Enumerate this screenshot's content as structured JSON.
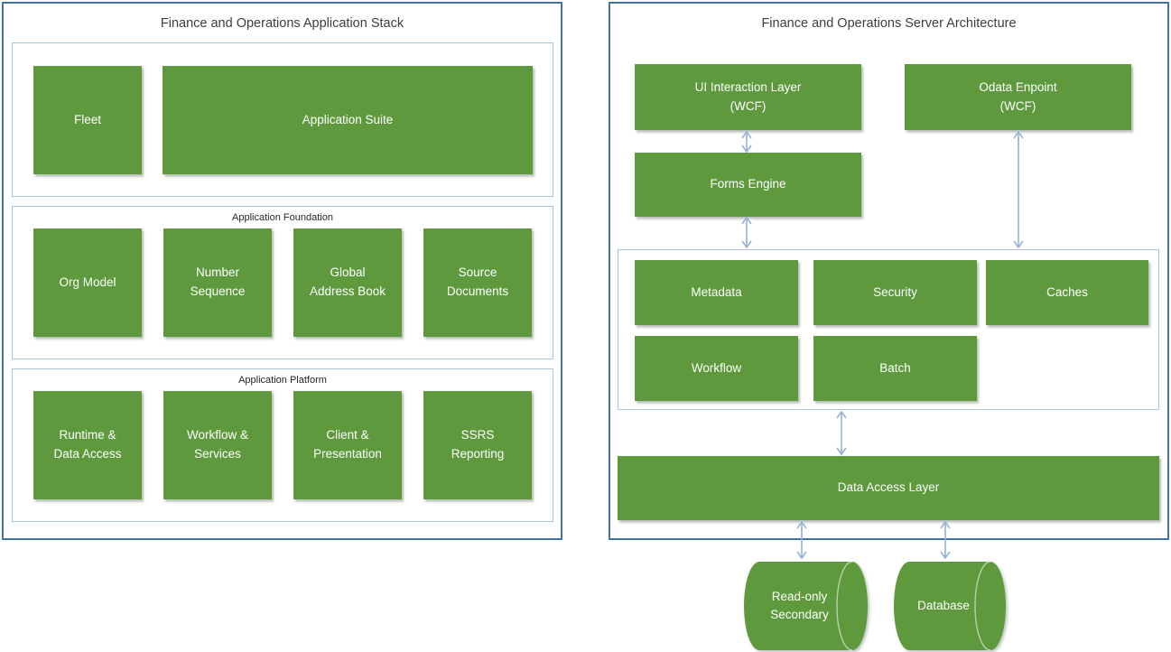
{
  "diagram": {
    "left_panel": {
      "title": "Finance and Operations Application Stack",
      "sections": [
        {
          "label": "",
          "boxes": [
            "Fleet",
            "Application Suite"
          ]
        },
        {
          "label": "Application Foundation",
          "boxes": [
            "Org Model",
            "Number\nSequence",
            "Global\nAddress Book",
            "Source\nDocuments"
          ]
        },
        {
          "label": "Application Platform",
          "boxes": [
            "Runtime &\nData Access",
            "Workflow &\nServices",
            "Client &\nPresentation",
            "SSRS\nReporting"
          ]
        }
      ]
    },
    "right_panel": {
      "title": "Finance and Operations Server Architecture",
      "nodes": {
        "ui_layer": "UI Interaction Layer\n(WCF)",
        "odata_endpoint": "Odata Enpoint\n(WCF)",
        "forms_engine": "Forms Engine",
        "metadata": "Metadata",
        "security": "Security",
        "caches": "Caches",
        "workflow": "Workflow",
        "batch": "Batch",
        "data_access_layer": "Data Access Layer",
        "readonly_secondary": "Read-only\nSecondary",
        "database": "Database"
      },
      "edges": [
        {
          "from": "ui_layer",
          "to": "forms_engine",
          "type": "bidirectional"
        },
        {
          "from": "forms_engine",
          "to": "runtime_container",
          "type": "bidirectional"
        },
        {
          "from": "odata_endpoint",
          "to": "runtime_container",
          "type": "bidirectional"
        },
        {
          "from": "runtime_container",
          "to": "data_access_layer",
          "type": "bidirectional"
        },
        {
          "from": "data_access_layer",
          "to": "readonly_secondary",
          "type": "bidirectional"
        },
        {
          "from": "data_access_layer",
          "to": "database",
          "type": "bidirectional"
        }
      ]
    },
    "colors": {
      "box_fill_green": "#5e9a3d",
      "panel_border_blue": "#41719c",
      "inner_border_blue": "#a9c4e2",
      "arrow_blue": "#95b3d7",
      "title_text": "#3d3d3d",
      "box_text": "#ffffff"
    }
  }
}
